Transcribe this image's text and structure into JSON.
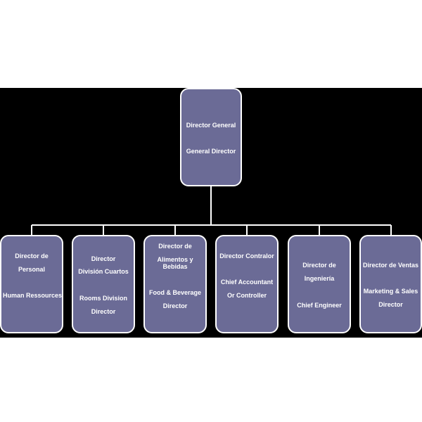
{
  "org_chart": {
    "root": {
      "lines": [
        "Director General",
        "General Director"
      ]
    },
    "children": [
      {
        "lines": [
          "Director de",
          "Personal",
          "Human Ressources"
        ]
      },
      {
        "lines": [
          "Director",
          "División Cuartos",
          "Rooms Division",
          "Director"
        ]
      },
      {
        "lines": [
          "Director de",
          "Alimentos y",
          "Bebidas",
          "Food & Beverage",
          "Director"
        ]
      },
      {
        "lines": [
          "Director Contralor",
          "Chief Accountant",
          "Or Controller"
        ]
      },
      {
        "lines": [
          "Director de",
          "Ingeniería",
          "Chief Engineer"
        ]
      },
      {
        "lines": [
          "Director de Ventas",
          "Marketing & Sales",
          "Director"
        ]
      }
    ]
  },
  "colors": {
    "background": "#000000",
    "box_fill": "#6b6b96",
    "box_border": "#ffffff",
    "connector": "#ffffff",
    "text": "#ffffff"
  }
}
